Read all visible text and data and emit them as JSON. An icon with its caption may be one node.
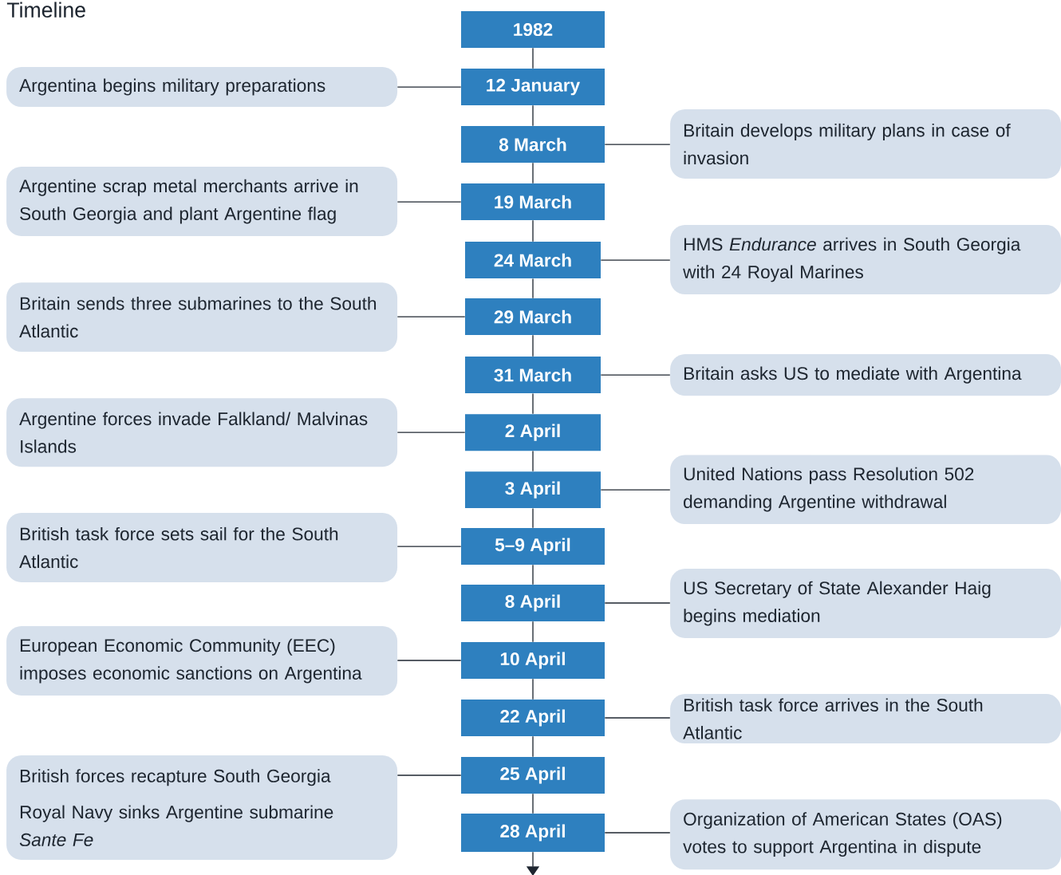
{
  "diagram": {
    "title": "Timeline",
    "nodes": [
      {
        "text": [
          "1982"
        ]
      },
      {
        "text": [
          "Argentina begins military preparations"
        ]
      },
      {
        "text": [
          "12 January"
        ]
      },
      {
        "text": [
          "Britain develops military plans in case of invasion"
        ]
      },
      {
        "text": [
          "8 March"
        ]
      },
      {
        "text": [
          "Argentine scrap metal merchants arrive in South Georgia and plant Argentine flag"
        ]
      },
      {
        "text": [
          "19 March"
        ]
      },
      {
        "text": [
          "HMS *Endurance* arrives in South Georgia with 24 Royal Marines"
        ]
      },
      {
        "text": [
          "24 March"
        ]
      },
      {
        "text": [
          "Britain sends three submarines to the South Atlantic"
        ]
      },
      {
        "text": [
          "29 March"
        ]
      },
      {
        "text": [
          "31 March"
        ]
      },
      {
        "text": [
          "Britain asks US to mediate with Argentina"
        ]
      },
      {
        "text": [
          "Argentine forces invade Falkland/ Malvinas Islands"
        ]
      },
      {
        "text": [
          "2 April"
        ]
      },
      {
        "text": [
          "United Nations pass Resolution 502 demanding Argentine withdrawal"
        ]
      },
      {
        "text": [
          "3 April"
        ]
      },
      {
        "text": [
          "British task force sets sail for the South Atlantic"
        ]
      },
      {
        "text": [
          "5–9 April"
        ]
      },
      {
        "text": [
          "US Secretary of State Alexander Haig begins mediation"
        ]
      },
      {
        "text": [
          "8 April"
        ]
      },
      {
        "text": [
          "European Economic Community (EEC) imposes economic sanctions on Argentina"
        ]
      },
      {
        "text": [
          "10 April"
        ]
      },
      {
        "text": [
          "22 April"
        ]
      },
      {
        "text": [
          "British task force arrives in the South Atlantic"
        ]
      },
      {
        "text": [
          "British forces recapture South Georgia",
          "Royal Navy sinks Argentine submarine *Sante Fe*"
        ]
      },
      {
        "text": [
          "25 April"
        ]
      },
      {
        "text": [
          "Organization of American States (OAS) votes to support Argentina in dispute"
        ]
      },
      {
        "text": [
          "28 April"
        ]
      }
    ],
    "edges": [
      {
        "from": 0,
        "to": 2,
        "arrow": "none"
      },
      {
        "from": 2,
        "to": 4,
        "arrow": "none"
      },
      {
        "from": 4,
        "to": 6,
        "arrow": "none"
      },
      {
        "from": 6,
        "to": 8,
        "arrow": "none"
      },
      {
        "from": 8,
        "to": 10,
        "arrow": "none"
      },
      {
        "from": 10,
        "to": 11,
        "arrow": "none"
      },
      {
        "from": 11,
        "to": 14,
        "arrow": "none"
      },
      {
        "from": 14,
        "to": 16,
        "arrow": "none"
      },
      {
        "from": 16,
        "to": 18,
        "arrow": "none"
      },
      {
        "from": 18,
        "to": 20,
        "arrow": "none"
      },
      {
        "from": 20,
        "to": 22,
        "arrow": "none"
      },
      {
        "from": 22,
        "to": 23,
        "arrow": "none"
      },
      {
        "from": 23,
        "to": 26,
        "arrow": "none"
      },
      {
        "from": 26,
        "to": 28,
        "arrow": "none"
      },
      {
        "from": 28,
        "to": null,
        "arrow": "to"
      },
      {
        "from": 1,
        "to": 2,
        "arrow": "none"
      },
      {
        "from": 4,
        "to": 3,
        "arrow": "none"
      },
      {
        "from": 5,
        "to": 6,
        "arrow": "none"
      },
      {
        "from": 8,
        "to": 7,
        "arrow": "none"
      },
      {
        "from": 9,
        "to": 10,
        "arrow": "none"
      },
      {
        "from": 11,
        "to": 12,
        "arrow": "none"
      },
      {
        "from": 13,
        "to": 14,
        "arrow": "none"
      },
      {
        "from": 16,
        "to": 15,
        "arrow": "none"
      },
      {
        "from": 17,
        "to": 18,
        "arrow": "none"
      },
      {
        "from": 20,
        "to": 19,
        "arrow": "none"
      },
      {
        "from": 21,
        "to": 22,
        "arrow": "none"
      },
      {
        "from": 23,
        "to": 24,
        "arrow": "none"
      },
      {
        "from": 25,
        "to": 26,
        "arrow": "none"
      },
      {
        "from": 28,
        "to": 27,
        "arrow": "none"
      }
    ]
  }
}
